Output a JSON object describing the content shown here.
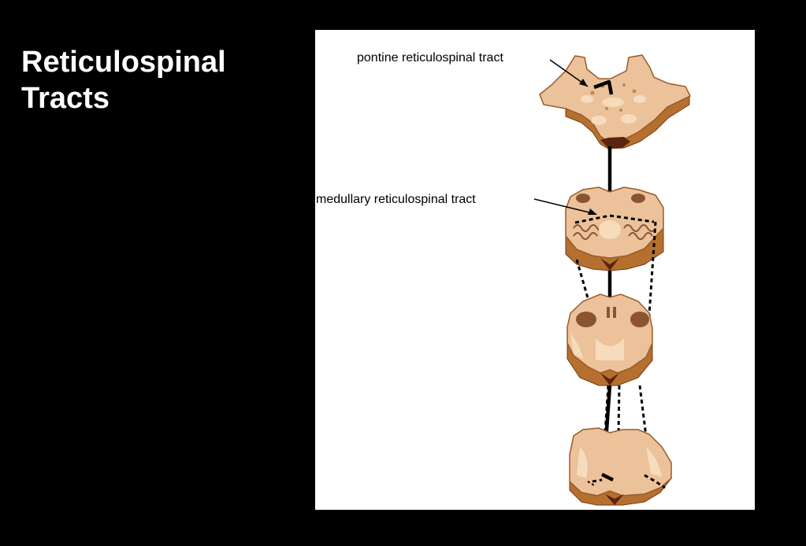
{
  "slide": {
    "title_line1": "Reticulospinal",
    "title_line2": "Tracts"
  },
  "diagram": {
    "labels": {
      "pontine": "pontine reticulospinal tract",
      "medullary": "medullary reticulospinal tract"
    },
    "sections": [
      "pons",
      "medulla",
      "cervical-cord",
      "lumbar-cord"
    ],
    "colors": {
      "background": "#000000",
      "panel": "#ffffff",
      "tissue": "#ebc29a",
      "tissue_light": "#f6dcbc",
      "tissue_edge": "#b5702f",
      "tissue_dark": "#7a3a16",
      "gray_matter": "#8b5430",
      "tract_line": "#000000"
    }
  }
}
